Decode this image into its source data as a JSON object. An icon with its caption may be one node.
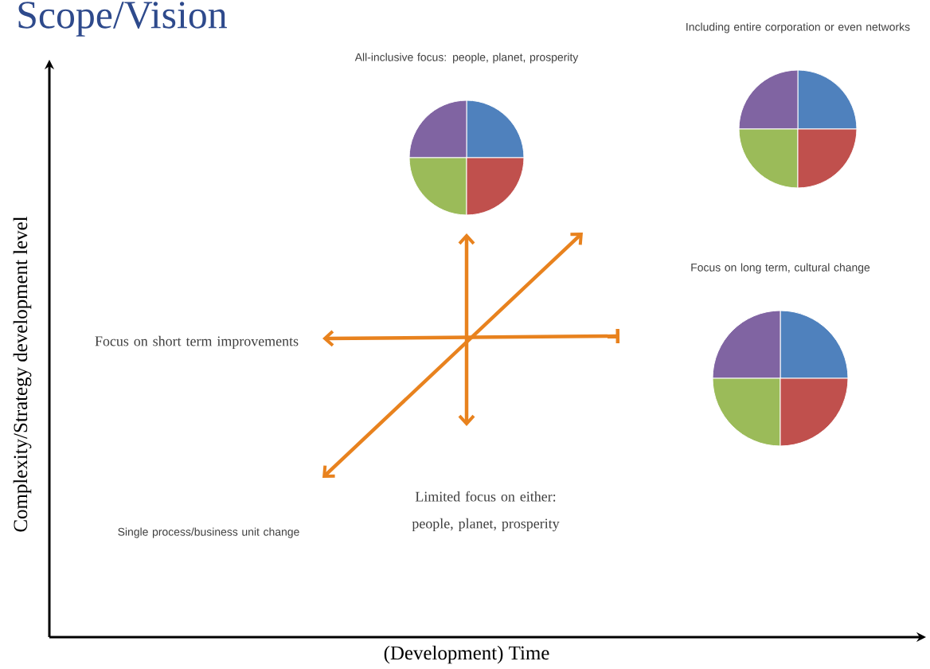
{
  "diagram": {
    "title": "Scope/Vision",
    "nodes": [
      {
        "text": [
          "All-inclusive focus: people, planet, prosperity"
        ]
      },
      {
        "text": [
          "Including entire corporation or even networks"
        ]
      },
      {
        "text": [
          "Focus on long term, cultural change"
        ]
      }
    ],
    "labels": [
      "Complexity/Strategy development level",
      "(Development) Time",
      "Focus on short term improvements",
      "Single process/business unit change",
      "Limited focus on either: people, planet, prosperity"
    ]
  }
}
